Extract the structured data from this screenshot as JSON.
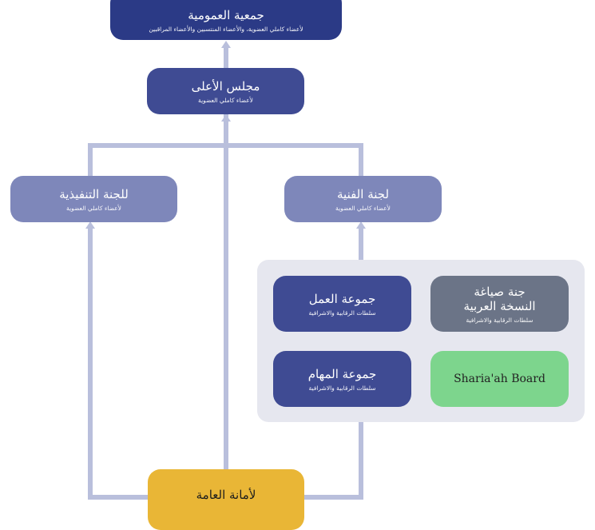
{
  "nodes": {
    "general_assembly": {
      "title": "جمعية العمومية",
      "subtitle": "لأعضاء كاملي العضوية، والأعضاء المنتسبين والأعضاء المراقبين"
    },
    "high_council": {
      "title": "مجلس الأعلى",
      "subtitle": "لأعضاء كاملي العضوية"
    },
    "executive_committee": {
      "title": "للجنة التنفيذية",
      "subtitle": "لأعضاء كاملي العضوية"
    },
    "technical_committee": {
      "title": "لجنة الفنية",
      "subtitle": "لأعضاء كاملي العضوية"
    },
    "working_group": {
      "title": "جموعة العمل",
      "subtitle": "سلطات الرقابية والاشرافية"
    },
    "arabic_drafting": {
      "title_line1": "جنة صياغة",
      "title_line2": "النسخة العربية",
      "subtitle": "سلطات الرقابية والاشرافية"
    },
    "task_group": {
      "title": "جموعة المهام",
      "subtitle": "سلطات الرقابية والاشرافية"
    },
    "sharia_board": {
      "title": "Sharia'ah Board"
    },
    "general_secretariat": {
      "title": "لأمانة العامة"
    }
  },
  "colors": {
    "connector": "#b9bfdc",
    "dark_blue": "#2b3a86",
    "mid_blue": "#3f4b93",
    "light_blue": "#7e87ba",
    "slate": "#6b7487",
    "green": "#7dd58d",
    "gold": "#e9b636",
    "group_background": "#e6e7ef"
  }
}
